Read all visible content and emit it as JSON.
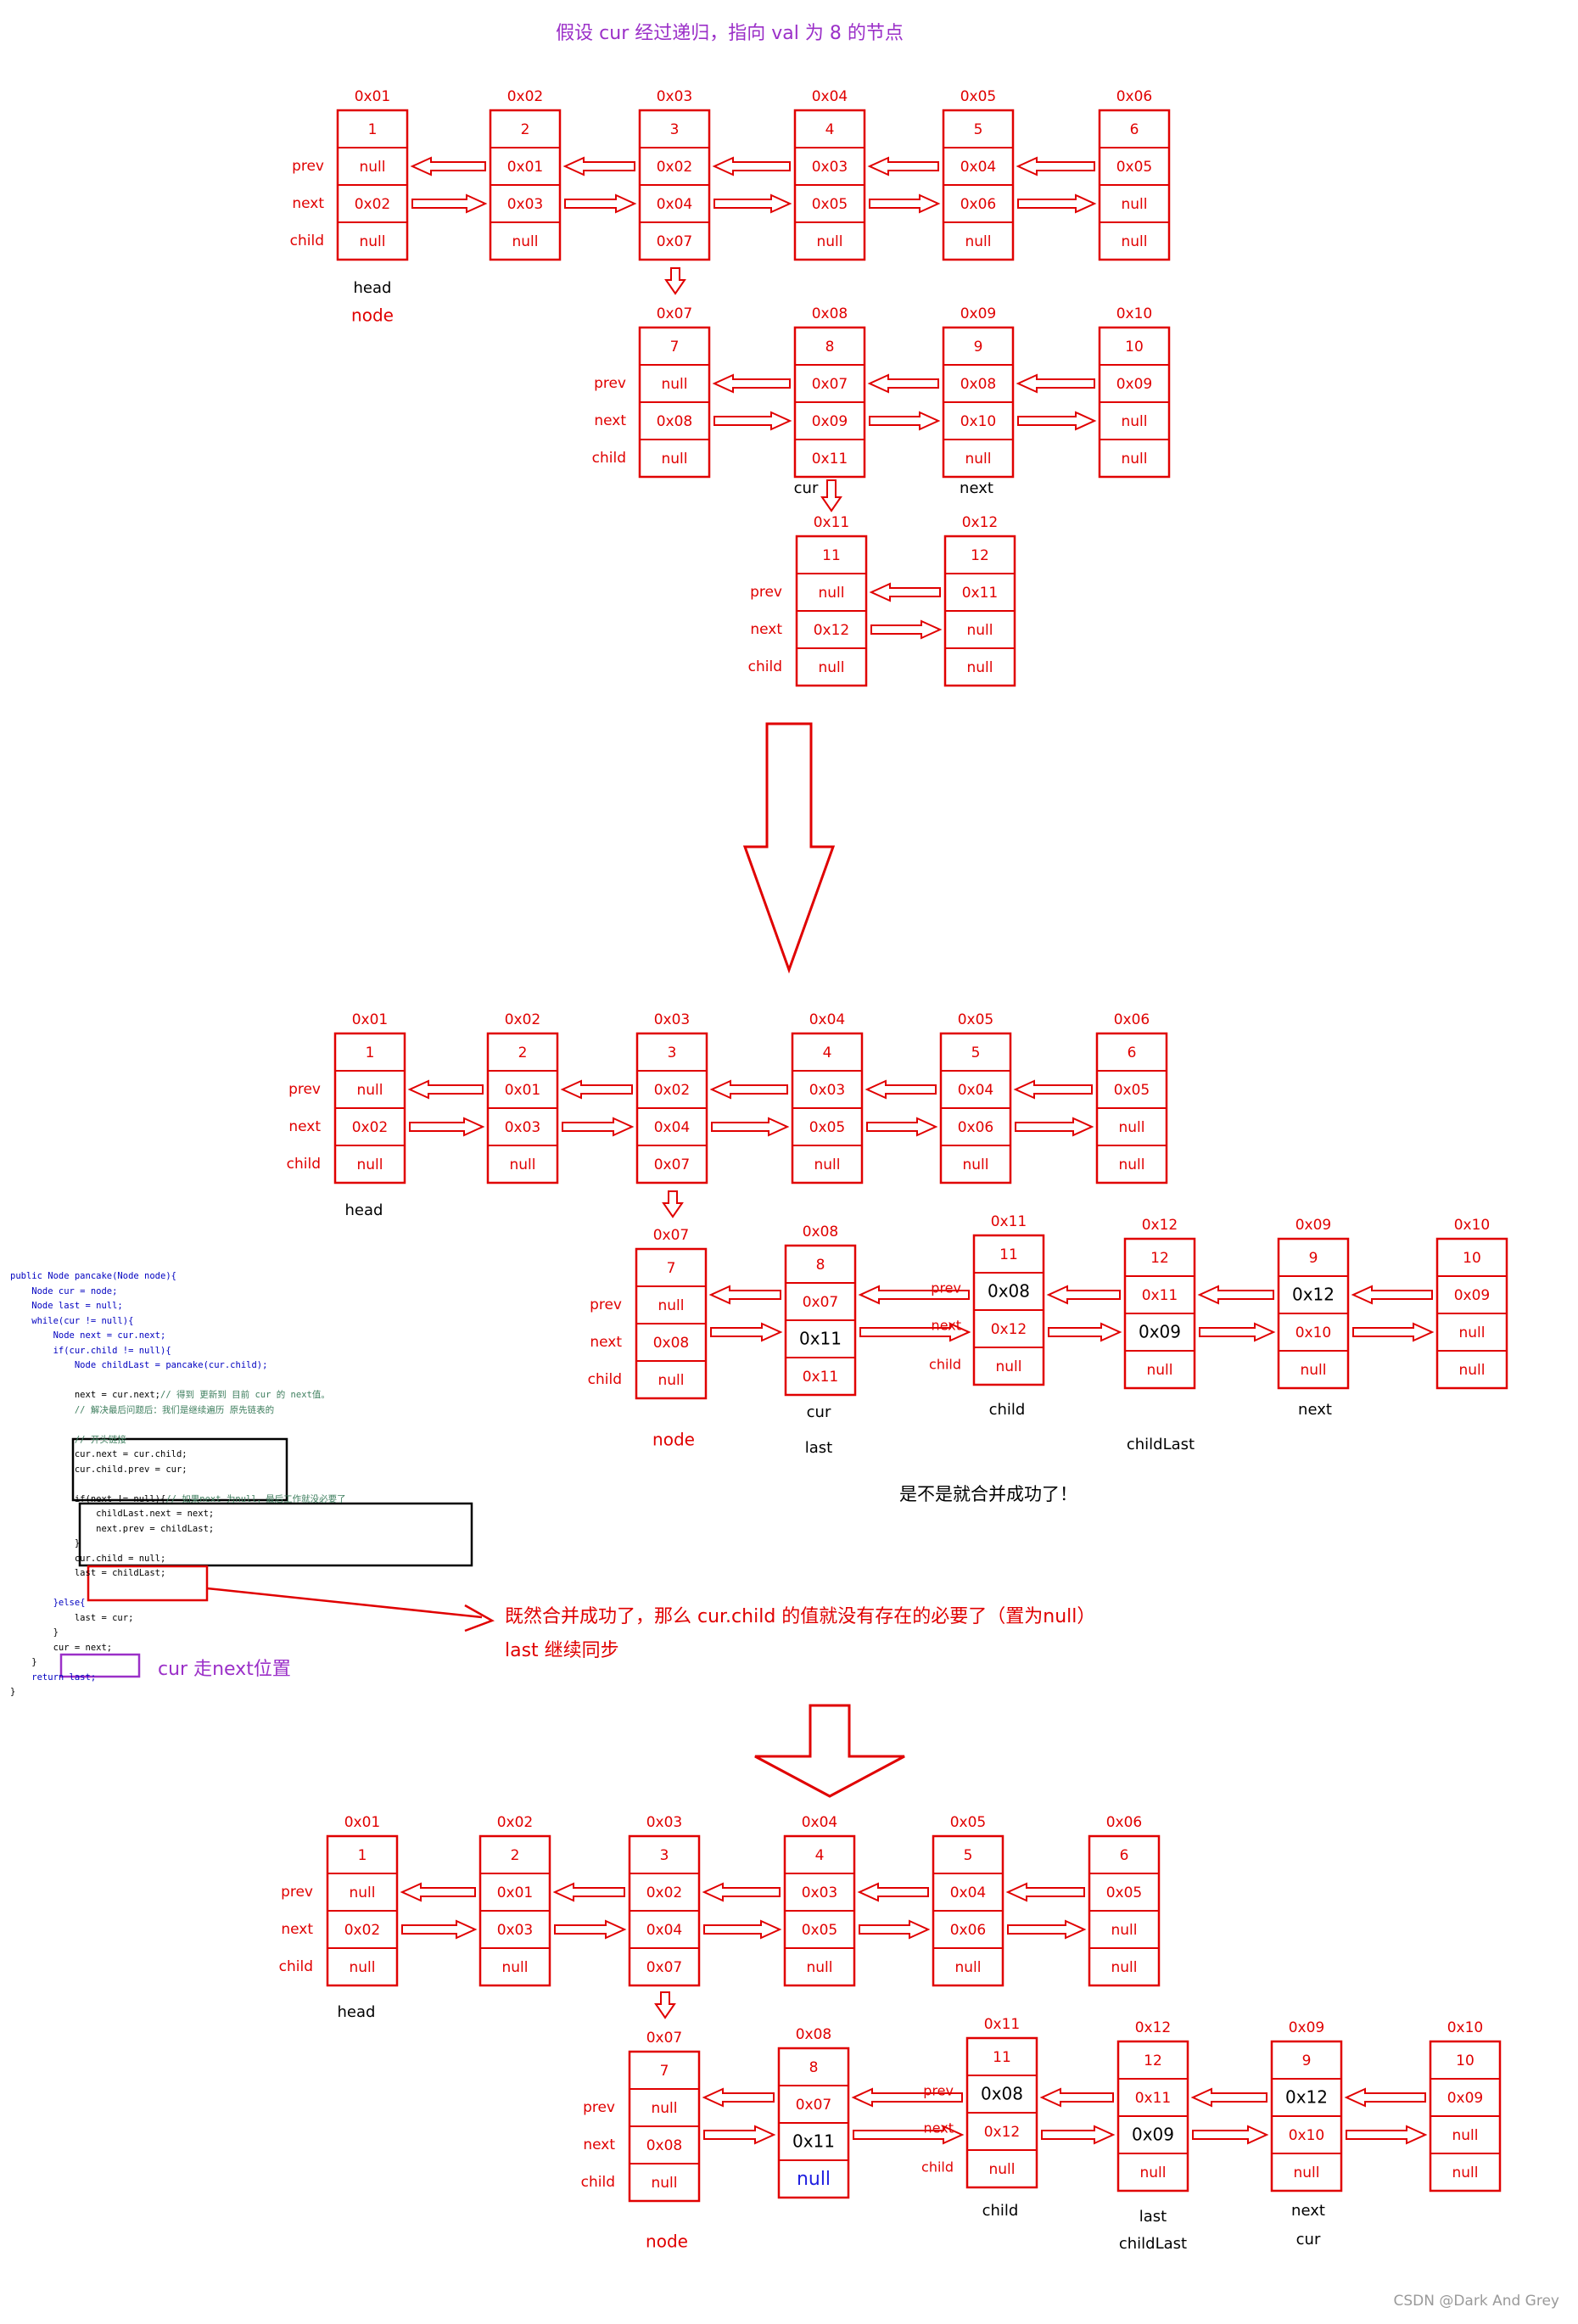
{
  "title": "假设 cur 经过递归，指向 val 为  8 的节点",
  "merge_msg": "是不是就合并成功了！",
  "note_line1": "既然合并成功了，那么 cur.child 的值就没有存在的必要了（置为null）",
  "note_line2": "last  继续同步",
  "cur_next_note": "cur 走next位置",
  "watermark": "CSDN @Dark And Grey",
  "field_labels": [
    "prev",
    "next",
    "child"
  ],
  "colors": {
    "node": "#e00000",
    "title": "#9b30c8",
    "note": "#e00000",
    "purple": "#9b30c8",
    "blue": "#2020e0"
  },
  "stage1": {
    "nodes": [
      {
        "addr": "0x01",
        "cells": [
          "1",
          "null",
          "0x02",
          "null"
        ]
      },
      {
        "addr": "0x02",
        "cells": [
          "2",
          "0x01",
          "0x03",
          "null"
        ]
      },
      {
        "addr": "0x03",
        "cells": [
          "3",
          "0x02",
          "0x04",
          "0x07"
        ]
      },
      {
        "addr": "0x04",
        "cells": [
          "4",
          "0x03",
          "0x05",
          "null"
        ]
      },
      {
        "addr": "0x05",
        "cells": [
          "5",
          "0x04",
          "0x06",
          "null"
        ]
      },
      {
        "addr": "0x06",
        "cells": [
          "6",
          "0x05",
          "null",
          "null"
        ]
      },
      {
        "addr": "0x07",
        "cells": [
          "7",
          "null",
          "0x08",
          "null"
        ]
      },
      {
        "addr": "0x08",
        "cells": [
          "8",
          "0x07",
          "0x09",
          "0x11"
        ]
      },
      {
        "addr": "0x09",
        "cells": [
          "9",
          "0x08",
          "0x10",
          "null"
        ]
      },
      {
        "addr": "0x10",
        "cells": [
          "10",
          "0x09",
          "null",
          "null"
        ]
      },
      {
        "addr": "0x11",
        "cells": [
          "11",
          "null",
          "0x12",
          "null"
        ]
      },
      {
        "addr": "0x12",
        "cells": [
          "12",
          "0x11",
          "null",
          "null"
        ]
      }
    ],
    "labels": [
      "head",
      "node",
      "cur",
      "next"
    ]
  },
  "stage2": {
    "nodes": [
      {
        "addr": "0x01",
        "cells": [
          "1",
          "null",
          "0x02",
          "null"
        ]
      },
      {
        "addr": "0x02",
        "cells": [
          "2",
          "0x01",
          "0x03",
          "null"
        ]
      },
      {
        "addr": "0x03",
        "cells": [
          "3",
          "0x02",
          "0x04",
          "0x07"
        ]
      },
      {
        "addr": "0x04",
        "cells": [
          "4",
          "0x03",
          "0x05",
          "null"
        ]
      },
      {
        "addr": "0x05",
        "cells": [
          "5",
          "0x04",
          "0x06",
          "null"
        ]
      },
      {
        "addr": "0x06",
        "cells": [
          "6",
          "0x05",
          "null",
          "null"
        ]
      },
      {
        "addr": "0x07",
        "cells": [
          "7",
          "null",
          "0x08",
          "null"
        ]
      },
      {
        "addr": "0x08",
        "cells": [
          "8",
          "0x07",
          "0x11",
          "0x11"
        ]
      },
      {
        "addr": "0x11",
        "cells": [
          "11",
          "0x08",
          "0x12",
          "null"
        ]
      },
      {
        "addr": "0x12",
        "cells": [
          "12",
          "0x11",
          "0x09",
          "null"
        ]
      },
      {
        "addr": "0x09",
        "cells": [
          "9",
          "0x12",
          "0x10",
          "null"
        ]
      },
      {
        "addr": "0x10",
        "cells": [
          "10",
          "0x09",
          "null",
          "null"
        ]
      }
    ],
    "labels": [
      "head",
      "node",
      "cur",
      "last",
      "child",
      "childLast",
      "next"
    ]
  },
  "stage3": {
    "nodes": [
      {
        "addr": "0x01",
        "cells": [
          "1",
          "null",
          "0x02",
          "null"
        ]
      },
      {
        "addr": "0x02",
        "cells": [
          "2",
          "0x01",
          "0x03",
          "null"
        ]
      },
      {
        "addr": "0x03",
        "cells": [
          "3",
          "0x02",
          "0x04",
          "0x07"
        ]
      },
      {
        "addr": "0x04",
        "cells": [
          "4",
          "0x03",
          "0x05",
          "null"
        ]
      },
      {
        "addr": "0x05",
        "cells": [
          "5",
          "0x04",
          "0x06",
          "null"
        ]
      },
      {
        "addr": "0x06",
        "cells": [
          "6",
          "0x05",
          "null",
          "null"
        ]
      },
      {
        "addr": "0x07",
        "cells": [
          "7",
          "null",
          "0x08",
          "null"
        ]
      },
      {
        "addr": "0x08",
        "cells": [
          "8",
          "0x07",
          "0x11",
          "null"
        ]
      },
      {
        "addr": "0x11",
        "cells": [
          "11",
          "0x08",
          "0x12",
          "null"
        ]
      },
      {
        "addr": "0x12",
        "cells": [
          "12",
          "0x11",
          "0x09",
          "null"
        ]
      },
      {
        "addr": "0x09",
        "cells": [
          "9",
          "0x12",
          "0x10",
          "null"
        ]
      },
      {
        "addr": "0x10",
        "cells": [
          "10",
          "0x09",
          "null",
          "null"
        ]
      }
    ],
    "labels": [
      "head",
      "node",
      "child",
      "last",
      "childLast",
      "next",
      "cur"
    ]
  },
  "code_lines": [
    "public Node pancake(Node node){",
    "    Node cur = node;",
    "    Node last = null;",
    "    while(cur != null){",
    "        Node next = cur.next;",
    "        if(cur.child != null){",
    "            Node childLast = pancake(cur.child);",
    "",
    "            next = cur.next;// 得到 更新到 目前 cur 的 next值。",
    "            // 解决最后问题后：我们是继续遍历 原先链表的",
    "",
    "            // 开头链接",
    "            cur.next = cur.child;",
    "            cur.child.prev = cur;",
    "",
    "            if(next != null){// 如果next 为null，最后工作就没必要了",
    "                childLast.next = next;",
    "                next.prev = childLast;",
    "            }",
    "            cur.child = null;",
    "            last = childLast;",
    "",
    "        }else{",
    "            last = cur;",
    "        }",
    "        cur = next;",
    "    }",
    "    return last;",
    "}"
  ]
}
